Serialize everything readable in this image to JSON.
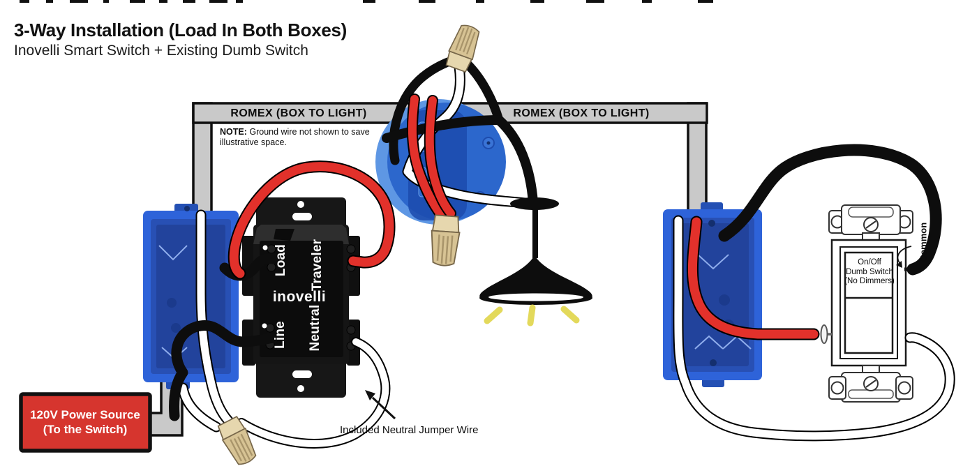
{
  "page": {
    "title": "3-Way Installation (Load In Both Boxes)",
    "subtitle": "Inovelli Smart Switch + Existing Dumb Switch"
  },
  "romex": {
    "left_label": "ROMEX (BOX TO LIGHT)",
    "right_label": "ROMEX (BOX TO LIGHT)"
  },
  "note": {
    "prefix": "NOTE:",
    "body": " Ground wire not shown to save illustrative space."
  },
  "power_source": {
    "line1": "120V Power Source",
    "line2": "(To the Switch)"
  },
  "smart_switch": {
    "brand": "inovelli",
    "terminal_load": "Load",
    "terminal_traveler": "Traveler",
    "terminal_line": "Line",
    "terminal_neutral": "Neutral"
  },
  "dumb_switch": {
    "line1": "On/Off",
    "line2": "Dumb Switch",
    "line3": "(No Dimmers)",
    "common_label": "Common"
  },
  "annotations": {
    "neutral_jumper": "Included Neutral Jumper Wire"
  },
  "colors": {
    "wire_red": "#e2312b",
    "wire_black": "#0d0d0d",
    "wire_white": "#ffffff",
    "box_blue": "#2c5fd2",
    "conduit_gray": "#c9c9c9",
    "power_red": "#d6352e",
    "wirenut_tan": "#d7c394",
    "light_glow_yellow": "#e3d95b"
  }
}
